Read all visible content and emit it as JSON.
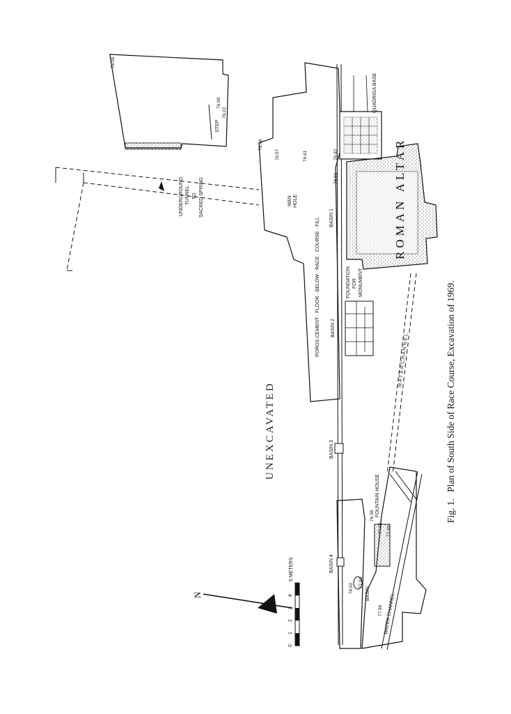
{
  "caption": {
    "fig_label": "Fig. 1.",
    "text": "Plan of South Side of Race Course, Excavation of 1969."
  },
  "region_labels": {
    "unexcavated": "UNEXCAVATED",
    "roman_altar": "ROMAN ALTAR",
    "quadriga_base": "QUADRIGA BASE",
    "man_hole_1": "MAN",
    "man_hole_2": "HOLE",
    "tunnel_1": "UNDERGROUND",
    "tunnel_2": "TUNNEL",
    "tunnel_3": "TO",
    "tunnel_4": "SACRED SPRING",
    "poros_floor": "POROS·CEMENT · FLOOR · BELOW · RACE · COURSE · FILL",
    "foundation_1": "FOUNDATION",
    "foundation_2": "FOR",
    "foundation_3": "MONUMENT",
    "water_channel_top": "W A T E R      C H A N N E L",
    "fountain_house": "FOUNTAIN HOUSE",
    "water_channel_bottom": "WATER CHANNEL",
    "step": "STEP"
  },
  "basins": {
    "basin_1": "BASIN 1",
    "basin_2": "BASIN 2",
    "basin_3": "BASIN 3",
    "basin_4": "BASIN 4",
    "basin_5": "BASIN"
  },
  "elevations": {
    "e1": "76.00",
    "e2": "76.00",
    "e3": "76.22",
    "e4": "76.48",
    "e5": "76.57",
    "e6": "76.61",
    "e7": "76.92",
    "e8": "76.91",
    "e9": "76.38",
    "e10": "77.92",
    "e11": "77.49",
    "e12": "78.02",
    "e13": "77.98",
    "e14": "77.96"
  },
  "scale": {
    "title": "5 METERS",
    "ticks": [
      "0",
      "1",
      "2",
      "3",
      "4"
    ]
  },
  "north_label": "N"
}
